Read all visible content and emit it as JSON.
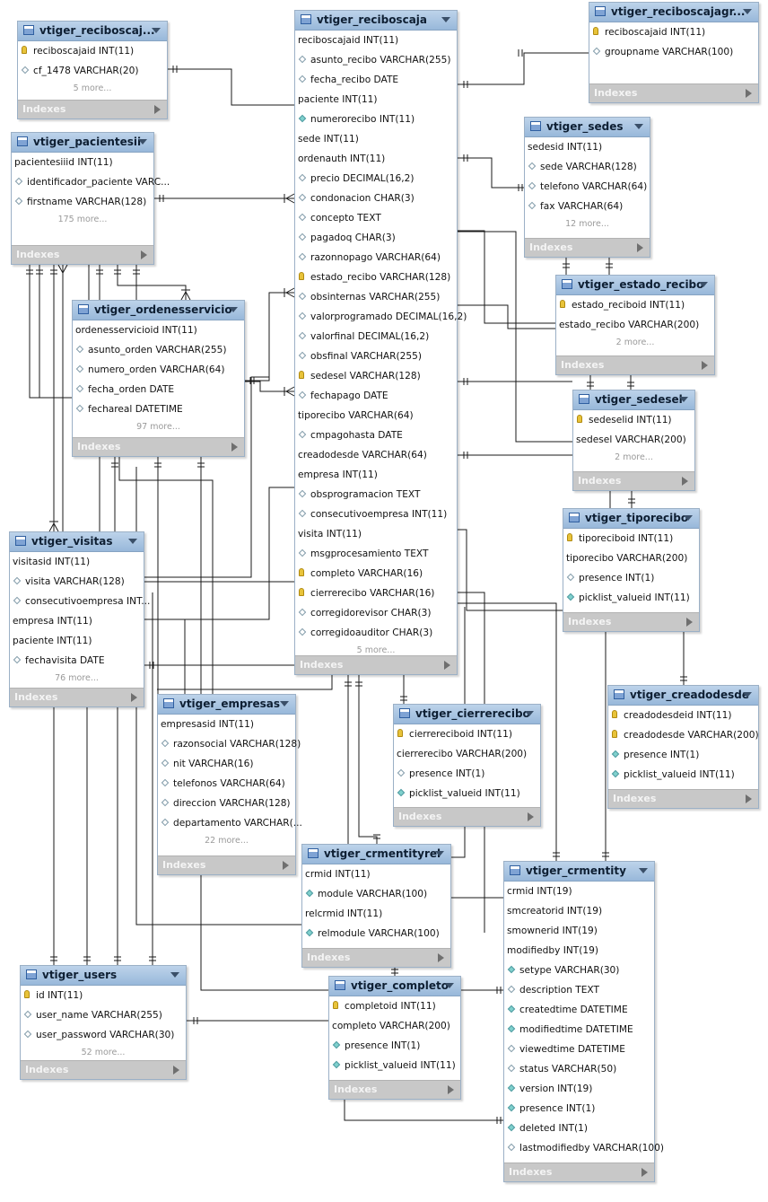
{
  "diagram": {
    "indexes_label": "Indexes",
    "tables": [
      {
        "id": "t_rcg",
        "name": "vtiger_reciboscaj...",
        "columns": [
          {
            "icon": "key",
            "text": "reciboscajaid INT(11)"
          },
          {
            "icon": "dia",
            "text": "cf_1478 VARCHAR(20)"
          }
        ],
        "more": "5 more..."
      },
      {
        "id": "t_rc",
        "name": "vtiger_reciboscaja",
        "columns": [
          {
            "icon": "none",
            "text": "reciboscajaid INT(11)"
          },
          {
            "icon": "dia",
            "text": "asunto_recibo VARCHAR(255)"
          },
          {
            "icon": "dia",
            "text": "fecha_recibo DATE"
          },
          {
            "icon": "none",
            "text": "paciente INT(11)"
          },
          {
            "icon": "fill",
            "text": "numerorecibo INT(11)"
          },
          {
            "icon": "none",
            "text": "sede INT(11)"
          },
          {
            "icon": "none",
            "text": "ordenauth INT(11)"
          },
          {
            "icon": "dia",
            "text": "precio DECIMAL(16,2)"
          },
          {
            "icon": "dia",
            "text": "condonacion CHAR(3)"
          },
          {
            "icon": "dia",
            "text": "concepto TEXT"
          },
          {
            "icon": "dia",
            "text": "pagadoq CHAR(3)"
          },
          {
            "icon": "dia",
            "text": "razonnopago VARCHAR(64)"
          },
          {
            "icon": "key",
            "text": "estado_recibo VARCHAR(128)"
          },
          {
            "icon": "dia",
            "text": "obsinternas VARCHAR(255)"
          },
          {
            "icon": "dia",
            "text": "valorprogramado DECIMAL(16,2)"
          },
          {
            "icon": "dia",
            "text": "valorfinal DECIMAL(16,2)"
          },
          {
            "icon": "dia",
            "text": "obsfinal VARCHAR(255)"
          },
          {
            "icon": "key",
            "text": "sedesel VARCHAR(128)"
          },
          {
            "icon": "dia",
            "text": "fechapago DATE"
          },
          {
            "icon": "none",
            "text": "tiporecibo VARCHAR(64)"
          },
          {
            "icon": "dia",
            "text": "cmpagohasta DATE"
          },
          {
            "icon": "none",
            "text": "creadodesde VARCHAR(64)"
          },
          {
            "icon": "none",
            "text": "empresa INT(11)"
          },
          {
            "icon": "dia",
            "text": "obsprogramacion TEXT"
          },
          {
            "icon": "dia",
            "text": "consecutivoempresa INT(11)"
          },
          {
            "icon": "none",
            "text": "visita INT(11)"
          },
          {
            "icon": "dia",
            "text": "msgprocesamiento TEXT"
          },
          {
            "icon": "key",
            "text": "completo VARCHAR(16)"
          },
          {
            "icon": "key",
            "text": "cierrerecibo VARCHAR(16)"
          },
          {
            "icon": "dia",
            "text": "corregidorevisor CHAR(3)"
          },
          {
            "icon": "dia",
            "text": "corregidoauditor CHAR(3)"
          }
        ],
        "more": "5 more..."
      },
      {
        "id": "t_rgr",
        "name": "vtiger_reciboscajagr...",
        "columns": [
          {
            "icon": "key",
            "text": "reciboscajaid INT(11)"
          },
          {
            "icon": "dia",
            "text": "groupname VARCHAR(100)"
          }
        ],
        "more": ""
      },
      {
        "id": "t_pac",
        "name": "vtiger_pacientesii",
        "columns": [
          {
            "icon": "none",
            "text": "pacientesiiid INT(11)"
          },
          {
            "icon": "dia",
            "text": "identificador_paciente VARC..."
          },
          {
            "icon": "dia",
            "text": "firstname VARCHAR(128)"
          }
        ],
        "more": "175 more..."
      },
      {
        "id": "t_sed",
        "name": "vtiger_sedes",
        "columns": [
          {
            "icon": "none",
            "text": "sedesid INT(11)"
          },
          {
            "icon": "dia",
            "text": "sede VARCHAR(128)"
          },
          {
            "icon": "dia",
            "text": "telefono VARCHAR(64)"
          },
          {
            "icon": "dia",
            "text": "fax VARCHAR(64)"
          }
        ],
        "more": "12 more..."
      },
      {
        "id": "t_est",
        "name": "vtiger_estado_recibo",
        "columns": [
          {
            "icon": "key",
            "text": "estado_reciboid INT(11)"
          },
          {
            "icon": "none",
            "text": "estado_recibo VARCHAR(200)"
          }
        ],
        "more": "2 more..."
      },
      {
        "id": "t_ord",
        "name": "vtiger_ordenesservicio",
        "columns": [
          {
            "icon": "none",
            "text": "ordenesservicioid INT(11)"
          },
          {
            "icon": "dia",
            "text": "asunto_orden VARCHAR(255)"
          },
          {
            "icon": "dia",
            "text": "numero_orden VARCHAR(64)"
          },
          {
            "icon": "dia",
            "text": "fecha_orden DATE"
          },
          {
            "icon": "dia",
            "text": "fechareal DATETIME"
          }
        ],
        "more": "97 more..."
      },
      {
        "id": "t_ssl",
        "name": "vtiger_sedesel",
        "columns": [
          {
            "icon": "key",
            "text": "sedeselid INT(11)"
          },
          {
            "icon": "none",
            "text": "sedesel VARCHAR(200)"
          }
        ],
        "more": "2 more..."
      },
      {
        "id": "t_tip",
        "name": "vtiger_tiporecibo",
        "columns": [
          {
            "icon": "key",
            "text": "tiporeciboid INT(11)"
          },
          {
            "icon": "none",
            "text": "tiporecibo VARCHAR(200)"
          },
          {
            "icon": "dia",
            "text": "presence INT(1)"
          },
          {
            "icon": "fill",
            "text": "picklist_valueid INT(11)"
          }
        ],
        "more": ""
      },
      {
        "id": "t_vis",
        "name": "vtiger_visitas",
        "columns": [
          {
            "icon": "none",
            "text": "visitasid INT(11)"
          },
          {
            "icon": "dia",
            "text": "visita VARCHAR(128)"
          },
          {
            "icon": "dia",
            "text": "consecutivoempresa INT..."
          },
          {
            "icon": "none",
            "text": "empresa INT(11)"
          },
          {
            "icon": "none",
            "text": "paciente INT(11)"
          },
          {
            "icon": "dia",
            "text": "fechavisita DATE"
          }
        ],
        "more": "76 more..."
      },
      {
        "id": "t_emp",
        "name": "vtiger_empresas",
        "columns": [
          {
            "icon": "none",
            "text": "empresasid INT(11)"
          },
          {
            "icon": "dia",
            "text": "razonsocial VARCHAR(128)"
          },
          {
            "icon": "dia",
            "text": "nit VARCHAR(16)"
          },
          {
            "icon": "dia",
            "text": "telefonos VARCHAR(64)"
          },
          {
            "icon": "dia",
            "text": "direccion VARCHAR(128)"
          },
          {
            "icon": "dia",
            "text": "departamento VARCHAR(..."
          }
        ],
        "more": "22 more..."
      },
      {
        "id": "t_cie",
        "name": "vtiger_cierrerecibo",
        "columns": [
          {
            "icon": "key",
            "text": "cierrereciboid INT(11)"
          },
          {
            "icon": "none",
            "text": "cierrerecibo VARCHAR(200)"
          },
          {
            "icon": "dia",
            "text": "presence INT(1)"
          },
          {
            "icon": "fill",
            "text": "picklist_valueid INT(11)"
          }
        ],
        "more": ""
      },
      {
        "id": "t_cre",
        "name": "vtiger_creadodesde",
        "columns": [
          {
            "icon": "key",
            "text": "creadodesdeid INT(11)"
          },
          {
            "icon": "key",
            "text": "creadodesde VARCHAR(200)"
          },
          {
            "icon": "fill",
            "text": "presence INT(1)"
          },
          {
            "icon": "fill",
            "text": "picklist_valueid INT(11)"
          }
        ],
        "more": ""
      },
      {
        "id": "t_rel",
        "name": "vtiger_crmentityrel",
        "columns": [
          {
            "icon": "none",
            "text": "crmid INT(11)"
          },
          {
            "icon": "fill",
            "text": "module VARCHAR(100)"
          },
          {
            "icon": "none",
            "text": "relcrmid INT(11)"
          },
          {
            "icon": "fill",
            "text": "relmodule VARCHAR(100)"
          }
        ],
        "more": ""
      },
      {
        "id": "t_crm",
        "name": "vtiger_crmentity",
        "columns": [
          {
            "icon": "none",
            "text": "crmid INT(19)"
          },
          {
            "icon": "none",
            "text": "smcreatorid INT(19)"
          },
          {
            "icon": "none",
            "text": "smownerid INT(19)"
          },
          {
            "icon": "none",
            "text": "modifiedby INT(19)"
          },
          {
            "icon": "fill",
            "text": "setype VARCHAR(30)"
          },
          {
            "icon": "dia",
            "text": "description TEXT"
          },
          {
            "icon": "fill",
            "text": "createdtime DATETIME"
          },
          {
            "icon": "fill",
            "text": "modifiedtime DATETIME"
          },
          {
            "icon": "dia",
            "text": "viewedtime DATETIME"
          },
          {
            "icon": "dia",
            "text": "status VARCHAR(50)"
          },
          {
            "icon": "fill",
            "text": "version INT(19)"
          },
          {
            "icon": "fill",
            "text": "presence INT(1)"
          },
          {
            "icon": "fill",
            "text": "deleted INT(1)"
          },
          {
            "icon": "dia",
            "text": "lastmodifiedby VARCHAR(100)"
          }
        ],
        "more": ""
      },
      {
        "id": "t_usr",
        "name": "vtiger_users",
        "columns": [
          {
            "icon": "key",
            "text": "id INT(11)"
          },
          {
            "icon": "dia",
            "text": "user_name VARCHAR(255)"
          },
          {
            "icon": "dia",
            "text": "user_password VARCHAR(30)"
          }
        ],
        "more": "52 more..."
      },
      {
        "id": "t_com",
        "name": "vtiger_completo",
        "columns": [
          {
            "icon": "key",
            "text": "completoid INT(11)"
          },
          {
            "icon": "none",
            "text": "completo VARCHAR(200)"
          },
          {
            "icon": "fill",
            "text": "presence INT(1)"
          },
          {
            "icon": "fill",
            "text": "picklist_valueid INT(11)"
          }
        ],
        "more": ""
      }
    ]
  }
}
